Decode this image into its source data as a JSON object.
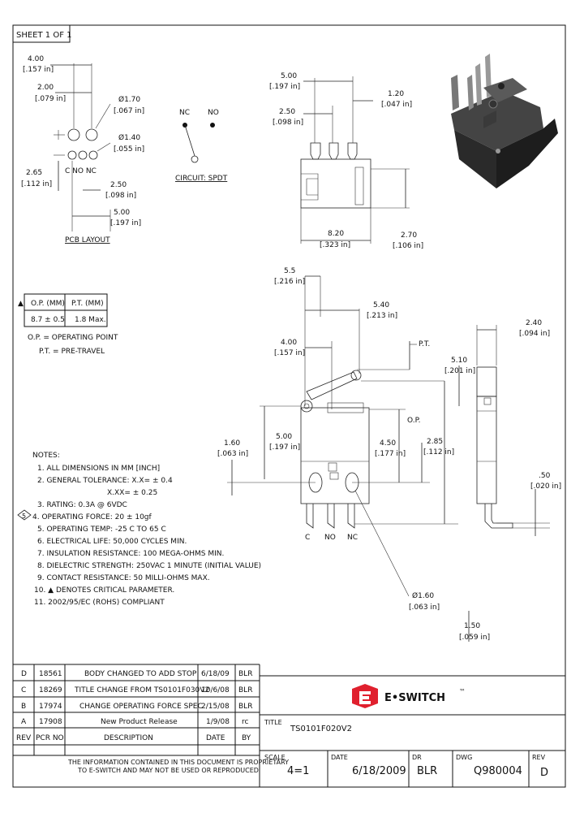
{
  "sheet_label": "SHEET 1 OF 1",
  "pcb": {
    "d1": "4.00",
    "d1b": "[.157 in]",
    "d2": "2.00",
    "d2b": "[.079 in]",
    "hole1": "Ø1.70",
    "hole1b": "[.067 in]",
    "hole2": "Ø1.40",
    "hole2b": "[.055 in]",
    "d3": "2.65",
    "d3b": "[.112 in]",
    "d4": "2.50",
    "d4b": "[.098 in]",
    "d5": "5.00",
    "d5b": "[.197 in]",
    "pin_labels": "C  NO  NC",
    "title": "PCB LAYOUT"
  },
  "circuit": {
    "nc": "NC",
    "no": "NO",
    "title": "CIRCUIT: SPDT"
  },
  "front": {
    "d1": "5.00",
    "d1b": "[.197 in]",
    "d2": "2.50",
    "d2b": "[.098 in]",
    "d3": "1.20",
    "d3b": "[.047 in]",
    "d4": "8.20",
    "d4b": "[.323 in]",
    "d5": "2.70",
    "d5b": "[.106 in]"
  },
  "side": {
    "d1": "5.5",
    "d1b": "[.216 in]",
    "d2": "5.40",
    "d2b": "[.213 in]",
    "d3": "4.00",
    "d3b": "[.157 in]",
    "pt": "P.T.",
    "op": "O.P.",
    "d4": "1.60",
    "d4b": "[.063 in]",
    "d5": "5.00",
    "d5b": "[.197 in]",
    "d6": "4.50",
    "d6b": "[.177 in]",
    "d7": "2.85",
    "d7b": "[.112 in]",
    "hole": "Ø1.60",
    "holeb": "[.063 in]",
    "pins": {
      "c": "C",
      "no": "NO",
      "nc": "NC"
    }
  },
  "right": {
    "d1": "2.40",
    "d1b": "[.094 in]",
    "d2": "5.10",
    "d2b": "[.201 in]",
    "d3": ".50",
    "d3b": "[.020 in]",
    "d4": "1.50",
    "d4b": "[.059 in]"
  },
  "op_table": {
    "headers": [
      "O.P. (MM)",
      "P.T. (MM)"
    ],
    "values": [
      "8.7 ± 0.5",
      "1.8 Max."
    ],
    "note1": "O.P. = OPERATING POINT",
    "note2": "P.T. = PRE-TRAVEL"
  },
  "notes": {
    "title": "NOTES:",
    "lines": [
      "1. ALL DIMENSIONS IN MM [INCH]",
      "2. GENERAL TOLERANCE: X.X= ± 0.4",
      "X.XX= ± 0.25",
      "3. RATING: 0.3A @ 6VDC",
      "4. OPERATING FORCE: 20 ± 10gf",
      "5. OPERATING TEMP: -25 C TO 65 C",
      "6. ELECTRICAL LIFE: 50,000 CYCLES MIN.",
      "7. INSULATION RESISTANCE: 100 MEGA-OHMS MIN.",
      "8. DIELECTRIC STRENGTH: 250VAC 1 MINUTE (INITIAL VALUE)",
      "9. CONTACT RESISTANCE: 50 MILLI-OHMS MAX.",
      "10. ▲ DENOTES CRITICAL PARAMETER.",
      "11. 2002/95/EC (ROHS) COMPLIANT"
    ],
    "rev_flag": "5"
  },
  "revisions": {
    "rows": [
      {
        "rev": "D",
        "pcr": "18561",
        "desc": "BODY CHANGED TO ADD STOP",
        "date": "6/18/09",
        "by": "BLR"
      },
      {
        "rev": "C",
        "pcr": "18269",
        "desc": "TITLE CHANGE FROM TS0101F030V2",
        "date": "10/6/08",
        "by": "BLR"
      },
      {
        "rev": "B",
        "pcr": "17974",
        "desc": "CHANGE OPERATING FORCE SPEC",
        "date": "2/15/08",
        "by": "BLR"
      },
      {
        "rev": "A",
        "pcr": "17908",
        "desc": "New Product Release",
        "date": "1/9/08",
        "by": "rc"
      }
    ],
    "headers": {
      "rev": "REV",
      "pcr": "PCR NO",
      "desc": "DESCRIPTION",
      "date": "DATE",
      "by": "BY"
    },
    "disclaimer1": "THE INFORMATION CONTAINED IN THIS DOCUMENT IS PROPRIETARY",
    "disclaimer2": "TO E-SWITCH AND MAY NOT BE USED OR REPRODUCED"
  },
  "title_block": {
    "logo": "E•SWITCH",
    "tm": "™",
    "title_label": "TITLE",
    "title": "TS0101F020V2",
    "scale_label": "SCALE",
    "scale": "4=1",
    "date_label": "DATE",
    "date": "6/18/2009",
    "dr_label": "DR",
    "dr": "BLR",
    "dwg_label": "DWG",
    "dwg": "Q980004",
    "rev_label": "REV",
    "rev": "D"
  },
  "colors": {
    "body": "#2a2a2a",
    "body_light": "#555555",
    "logo_red": "#e0202e"
  }
}
